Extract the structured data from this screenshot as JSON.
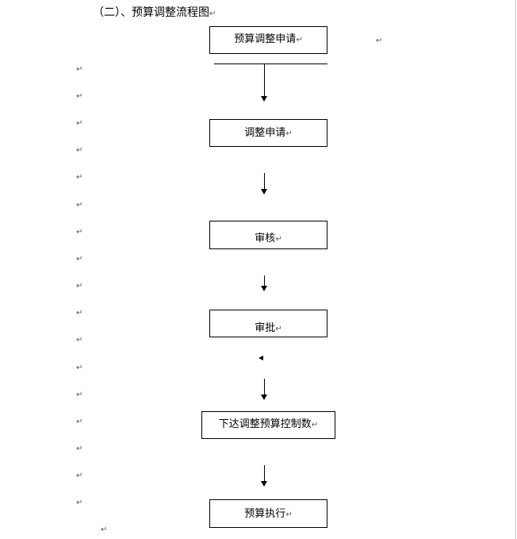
{
  "document": {
    "heading": "（二）、预算调整流程图",
    "paragraph_mark": "↵"
  },
  "flowchart": {
    "steps": [
      {
        "label": "预算调整申请"
      },
      {
        "label": "调整申请"
      },
      {
        "label": "审核"
      },
      {
        "label": "审批"
      },
      {
        "label": "下达调整预算控制数"
      },
      {
        "label": "预算执行"
      }
    ]
  }
}
